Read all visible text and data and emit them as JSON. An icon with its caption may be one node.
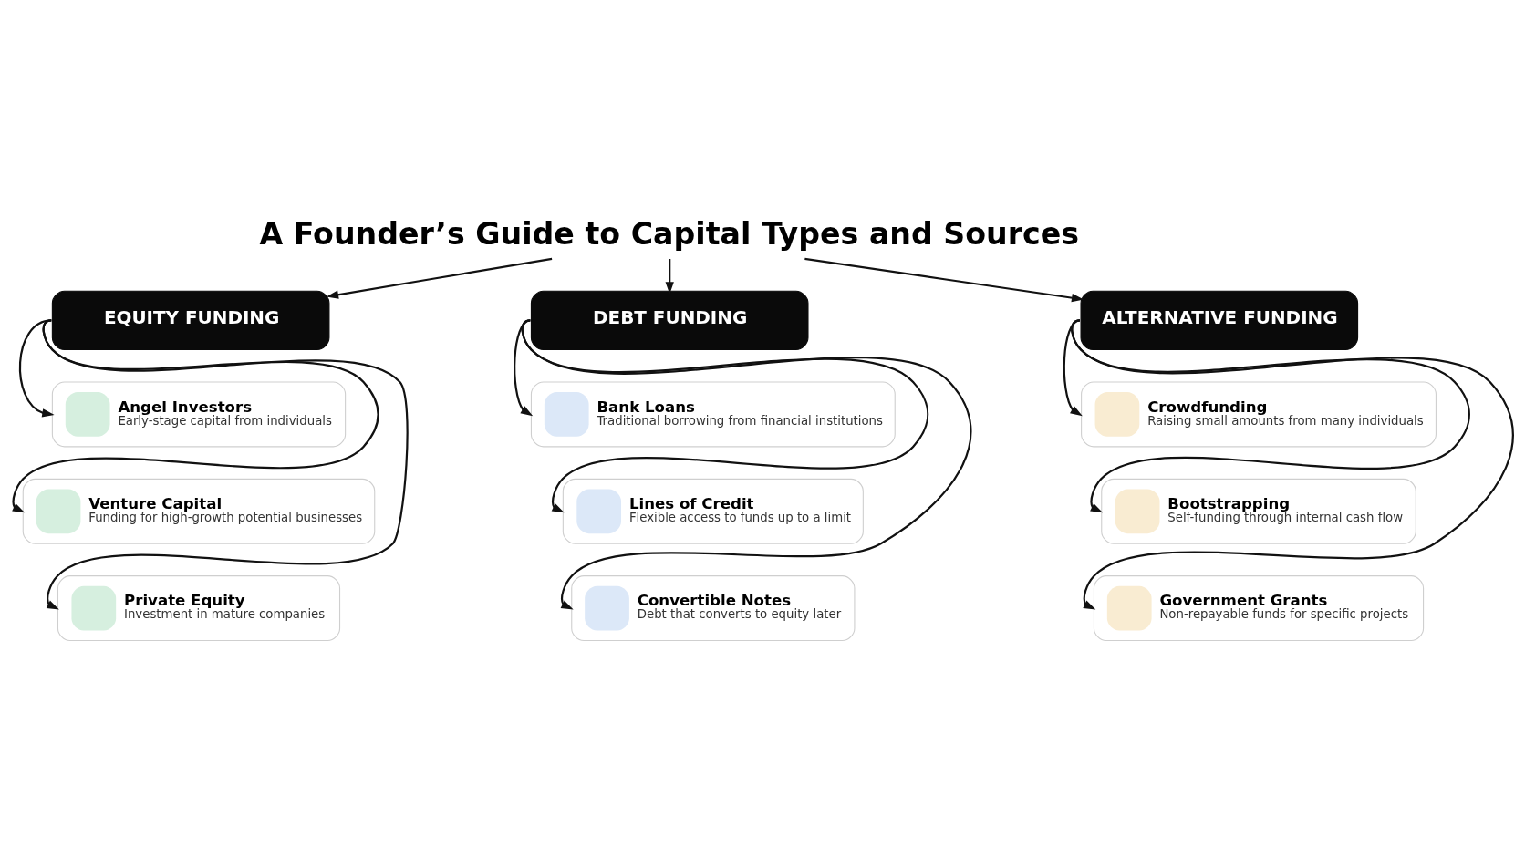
{
  "diagram": {
    "nodes": [
      {
        "text": [
          "A Founder’s Guide to Capital Types and Sources"
        ]
      },
      {
        "text": [
          "EQUITY FUNDING"
        ]
      },
      {
        "text": [
          "Angel Investors",
          "Early-stage capital from individuals"
        ]
      },
      {
        "text": [
          "Venture Capital",
          "Funding for high-growth potential businesses"
        ]
      },
      {
        "text": [
          "Private Equity",
          "Investment in mature companies"
        ]
      },
      {
        "text": [
          "DEBT FUNDING"
        ]
      },
      {
        "text": [
          "Bank Loans",
          "Traditional borrowing from financial institutions"
        ]
      },
      {
        "text": [
          "Lines of Credit",
          "Flexible access to funds up to a limit"
        ]
      },
      {
        "text": [
          "Convertible Notes",
          "Debt that converts to equity later"
        ]
      },
      {
        "text": [
          "ALTERNATIVE FUNDING"
        ]
      },
      {
        "text": [
          "Crowdfunding",
          "Raising small amounts from many individuals"
        ]
      },
      {
        "text": [
          "Bootstrapping",
          "Self-funding through internal cash flow"
        ]
      },
      {
        "text": [
          "Government Grants",
          "Non-repayable funds for specific projects"
        ]
      }
    ],
    "edges": [
      {
        "from": 0,
        "to": 1,
        "arrow": "to"
      },
      {
        "from": 0,
        "to": 5,
        "arrow": "to"
      },
      {
        "from": 0,
        "to": 9,
        "arrow": "to"
      },
      {
        "from": 1,
        "to": 2,
        "arrow": "to"
      },
      {
        "from": 1,
        "to": 3,
        "arrow": "to"
      },
      {
        "from": 1,
        "to": 4,
        "arrow": "to"
      },
      {
        "from": 5,
        "to": 6,
        "arrow": "to"
      },
      {
        "from": 5,
        "to": 7,
        "arrow": "to"
      },
      {
        "from": 5,
        "to": 8,
        "arrow": "to"
      },
      {
        "from": 9,
        "to": 10,
        "arrow": "to"
      },
      {
        "from": 9,
        "to": 11,
        "arrow": "to"
      },
      {
        "from": 9,
        "to": 12,
        "arrow": "to"
      }
    ]
  }
}
